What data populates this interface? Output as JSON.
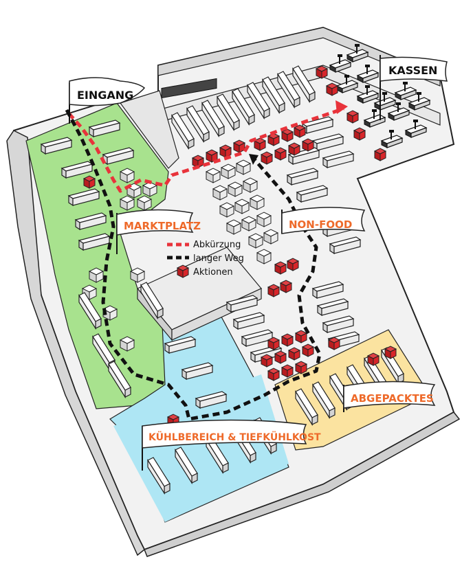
{
  "areas": {
    "entrance": "EINGANG",
    "checkout": "KASSEN",
    "marketplace": "MARKTPLATZ",
    "nonfood": "NON-FOOD",
    "packaged": "ABGEPACKTES",
    "cooling": "KÜHLBEREICH & TIEFKÜHLKOST"
  },
  "legend": {
    "shortcut": "Abkürzung",
    "long_way": "langer Weg",
    "promotions": "Aktionen"
  },
  "colors": {
    "marketplace_zone": "#a8e28e",
    "cooling_zone": "#aee6f4",
    "packaged_zone": "#fbe3a0",
    "floor": "#f4f4f4",
    "wall": "#e6e6e6",
    "shelf": "#f6f6f6",
    "promotion": "#d8262a",
    "shortcut_route": "#e8333b",
    "long_route": "#111111",
    "label_orange": "#ee6a2a"
  }
}
